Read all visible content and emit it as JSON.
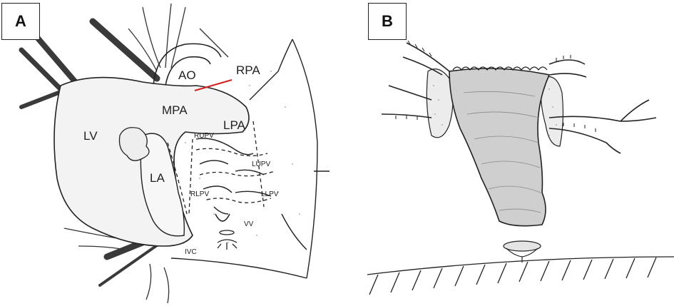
{
  "panels": [
    {
      "label": "A",
      "structures": {
        "ao": "AO",
        "rpa": "RPA",
        "mpa": "MPA",
        "lv": "LV",
        "lpa": "LPA",
        "rupv": "RUPV",
        "la": "LA",
        "lupv": "LUPV",
        "rlpv": "RLPV",
        "llpv": "LLPV",
        "vv": "VV",
        "ivc": "IVC"
      }
    },
    {
      "label": "B"
    }
  ],
  "colors": {
    "ink": "#222222",
    "cut_line": "#d42020",
    "stipple": "#9a9a9a",
    "pouch_fill": "#cfcfcf"
  }
}
